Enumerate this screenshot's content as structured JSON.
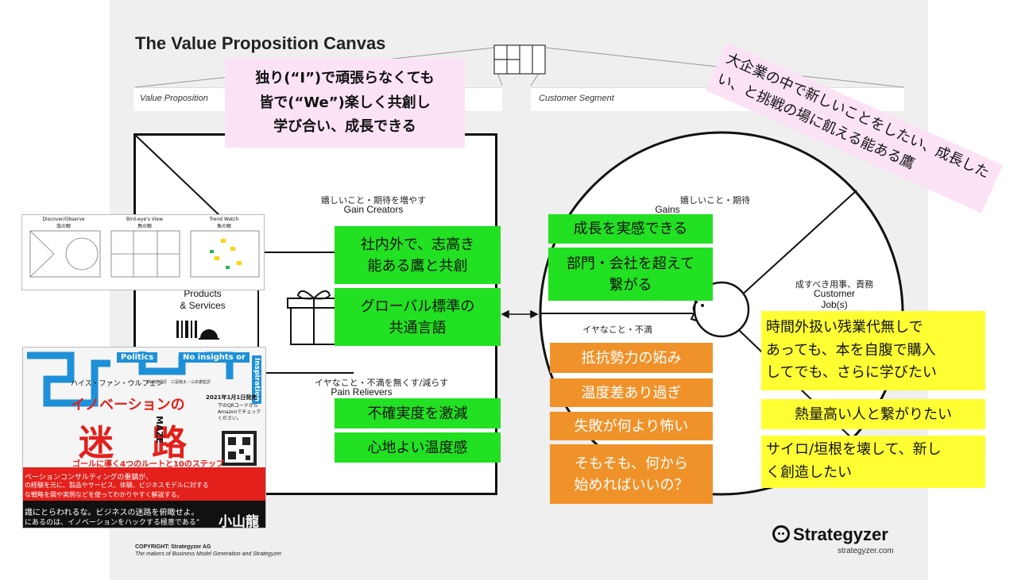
{
  "canvas": {
    "title": "The Value Proposition Canvas",
    "value_proposition_label": "Value Proposition",
    "customer_segment_label": "Customer Segment",
    "footer_copyright": "COPYRIGHT: Strategyzer AG",
    "footer_makers": "The makers of Business Model Generation and Strategyzer",
    "logo_text": "Strategyzer",
    "logo_url": "strategyzer.com"
  },
  "value_map": {
    "gain_creators_jp": "嬉しいこと・期待を増やす",
    "gain_creators_en": "Gain Creators",
    "products_services": "Products\n& Services",
    "pain_relievers_jp": "イヤなこと・不満を無くす/減らす",
    "pain_relievers_en": "Pain Relievers"
  },
  "customer_profile": {
    "gains_jp": "嬉しいこと・期待",
    "gains_en": "Gains",
    "pains_jp": "イヤなこと・不満",
    "jobs_jp": "成すべき用事、責務",
    "jobs_en": "Customer\nJob(s)"
  },
  "notes": {
    "vp_pink": "独り(“I”)で頑張らなくても\n皆で(“We”)楽しく共創し\n学び合い、成長できる",
    "cs_pink": "大企業の中で新しいことをしたい、成長したい、と挑戦の場に飢える能ある鷹",
    "gain_creators": [
      "社内外で、志高き\n能ある鷹と共創"
    ],
    "products": [
      "グローバル標準の\n共通言語"
    ],
    "pain_relievers": [
      "不確実度を激減",
      "心地よい温度感"
    ],
    "gains": [
      "成長を実感できる",
      "部門・会社を超えて\n繋がる"
    ],
    "pains": [
      "抵抗勢力の妬み",
      "温度差あり過ぎ",
      "失敗が何より怖い",
      "そもそも、何から\n始めればいいの？"
    ],
    "jobs": [
      "時間外扱い残業代無しで\nあっても、本を自腹で購入\nしてでも、さらに学びたい",
      "熱量高い人と繋がりたい",
      "サイロ/垣根を壊して、新し\nく創造したい"
    ]
  },
  "thumbnail": {
    "panels": [
      {
        "title": "Discover/Observe",
        "sub": "虫の眼"
      },
      {
        "title": "Bird-eye's View",
        "sub": "鳥の眼"
      },
      {
        "title": "Trend Watch",
        "sub": "魚の眼"
      }
    ]
  },
  "book": {
    "tag1": "Politics",
    "tag2": "No insights or",
    "tag3": "Inspiration",
    "author": "ハイス・ファン・ウルフェン",
    "translators": "高崎拓哉訳　三冨敬太・山本康監訳",
    "release": "2021年1月1日発売",
    "qr_text": "下のQRコードから\nAmazonでチェック\nください。",
    "subtitle_top": "イノベーションの",
    "title_main": "迷　路",
    "maze_en": "MAZE",
    "tagline": "ゴールに導く4つのルートと10のステップ",
    "blurb1": "ベーションコンサルティングの重鎮が、",
    "blurb2": "の経験を元に、製品やサービス、体験、ビジネスモデルに対する",
    "blurb3": "な戦略を図や実例などを使ってわかりやすく解説する。",
    "quote1": "識にとらわれるな。ビジネスの迷路を俯瞰せよ。",
    "quote2": "にあるのは、イノベーションをハックする極意である”",
    "endorser": "小山龍介"
  }
}
